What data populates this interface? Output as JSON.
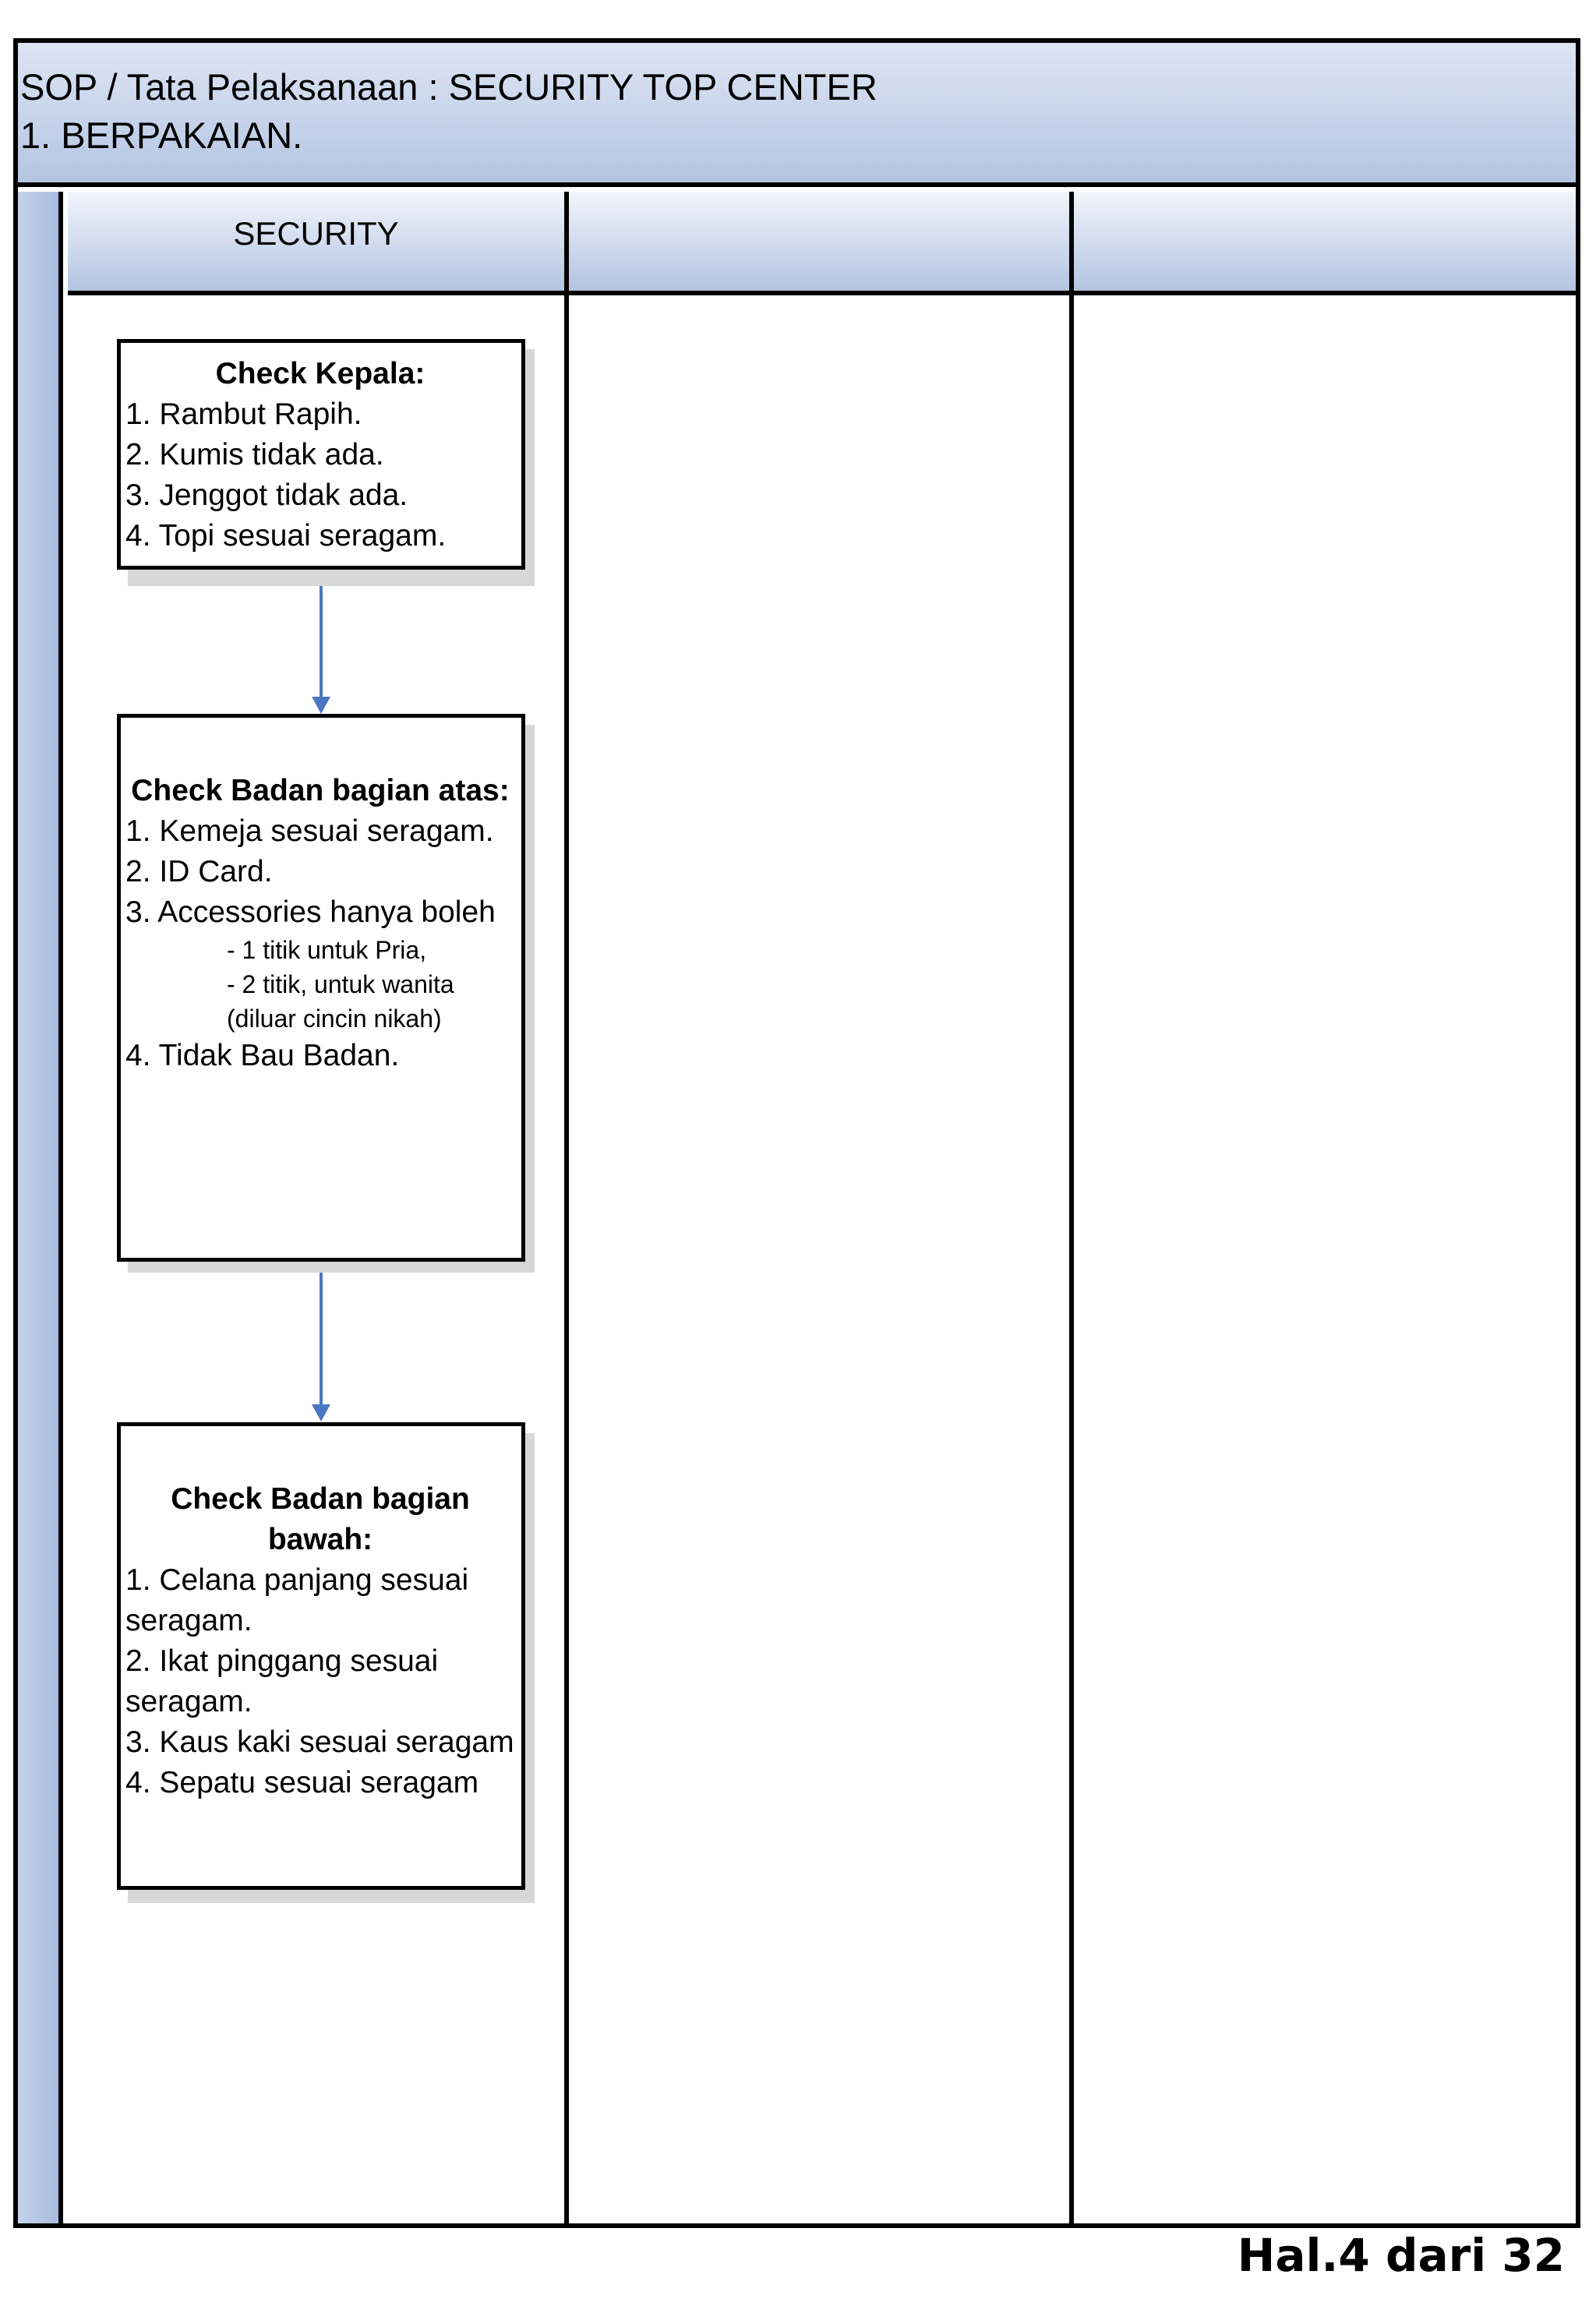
{
  "title": {
    "line1": "SOP / Tata Pelaksanaan : SECURITY TOP CENTER",
    "line2": "1. BERPAKAIAN."
  },
  "lanes": [
    {
      "label": "SECURITY"
    },
    {
      "label": ""
    },
    {
      "label": ""
    }
  ],
  "steps": [
    {
      "heading": "Check Kepala:",
      "items": [
        "1. Rambut Rapih.",
        "2. Kumis tidak ada.",
        "3. Jenggot tidak ada.",
        "4. Topi sesuai seragam."
      ]
    },
    {
      "heading": "Check Badan bagian atas:",
      "items": [
        "1. Kemeja sesuai seragam.",
        "2. ID Card.",
        "3. Accessories hanya boleh",
        "4. Tidak Bau Badan."
      ],
      "subitems": [
        "- 1 titik untuk Pria,",
        "- 2 titik, untuk wanita",
        "(diluar cincin nikah)"
      ]
    },
    {
      "heading": "Check Badan bagian bawah:",
      "items": [
        "1. Celana panjang sesuai seragam.",
        "2. Ikat pinggang sesuai seragam.",
        "3. Kaus kaki sesuai seragam",
        "4. Sepatu sesuai seragam"
      ]
    }
  ],
  "footer": {
    "page": "Hal.4 dari 32"
  },
  "colors": {
    "band": "#b4c5e2",
    "connector": "#4a77c4",
    "border": "#000000"
  }
}
